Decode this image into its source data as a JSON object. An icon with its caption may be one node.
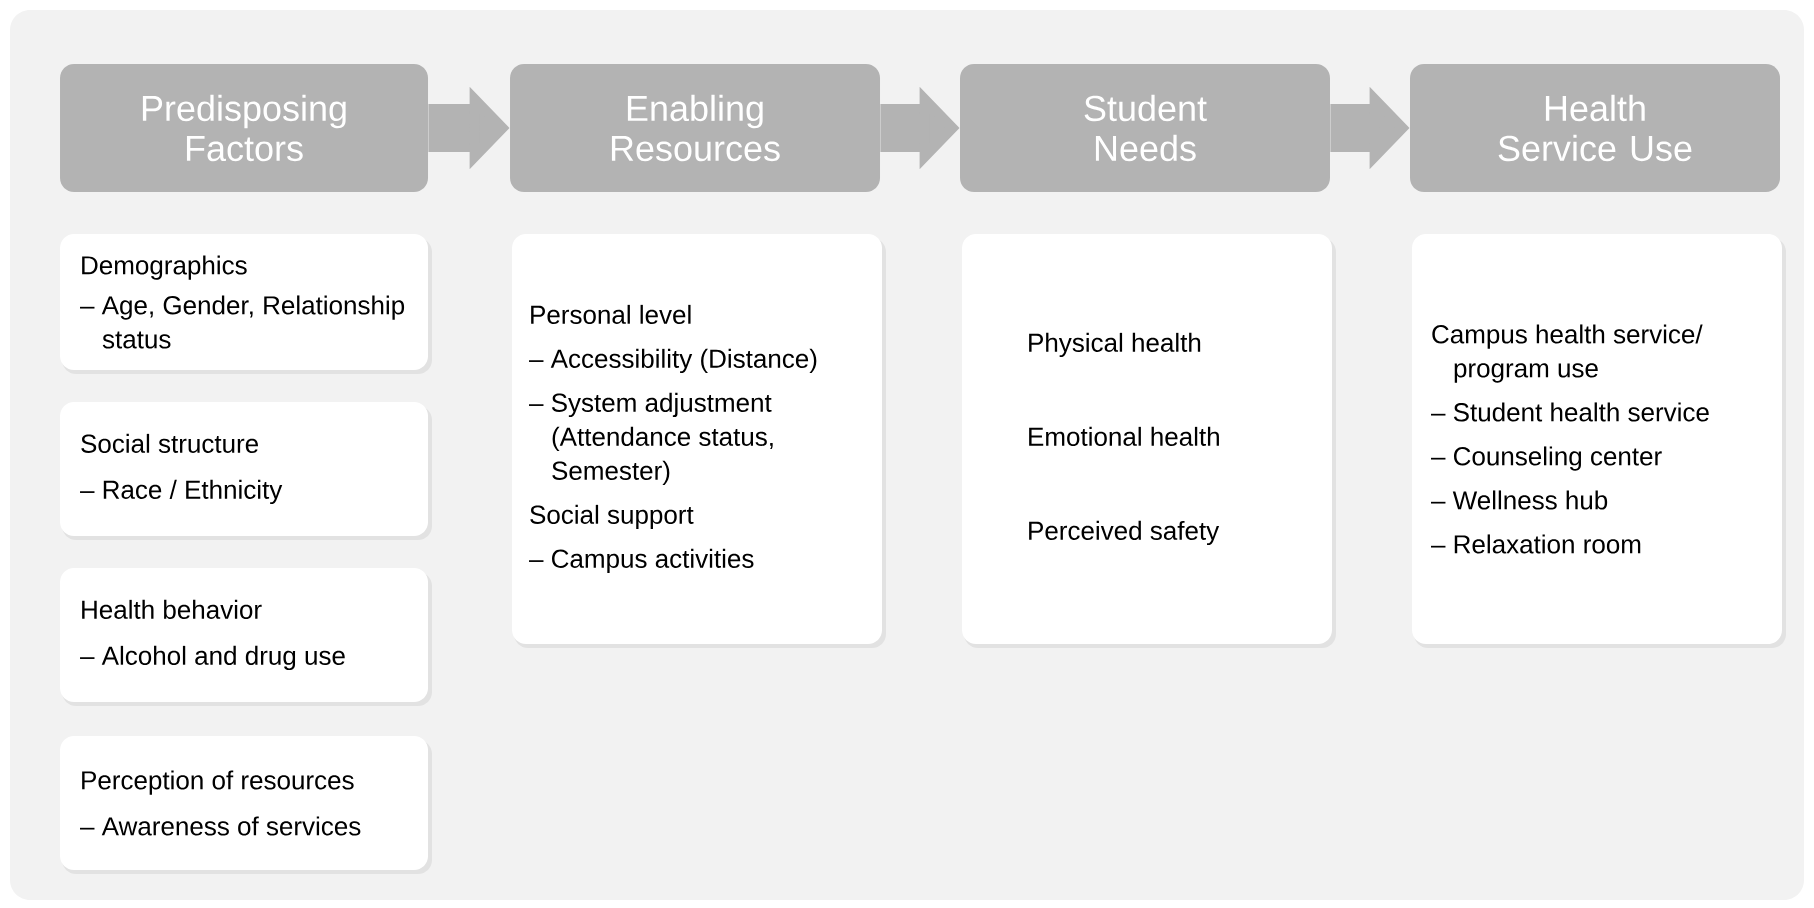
{
  "diagram": {
    "nodes": [
      {
        "text": [
          "Predisposing Factors"
        ]
      },
      {
        "text": [
          "Enabling Resources"
        ]
      },
      {
        "text": [
          "Student Needs"
        ]
      },
      {
        "text": [
          "Health Service Use"
        ]
      },
      {
        "text": [
          "Demographics",
          "– Age, Gender, Relationship status"
        ]
      },
      {
        "text": [
          "Social structure",
          "– Race / Ethnicity"
        ]
      },
      {
        "text": [
          "Health behavior",
          "– Alcohol and drug use"
        ]
      },
      {
        "text": [
          "Perception of resources",
          "– Awareness of services"
        ]
      },
      {
        "text": [
          "Personal level",
          "– Accessibility (Distance)",
          "– System adjustment (Attendance status, Semester)",
          "Social support",
          "– Campus activities"
        ]
      },
      {
        "text": [
          "Physical health",
          "Emotional health",
          "Perceived safety"
        ]
      },
      {
        "text": [
          "Campus health service/ program use",
          "– Student health service",
          "– Counseling center",
          "– Wellness hub",
          "– Relaxation room"
        ]
      }
    ],
    "edges": [
      {
        "from": 0,
        "to": 1,
        "arrow": "to"
      },
      {
        "from": 1,
        "to": 2,
        "arrow": "to"
      },
      {
        "from": 2,
        "to": 3,
        "arrow": "to"
      }
    ]
  }
}
